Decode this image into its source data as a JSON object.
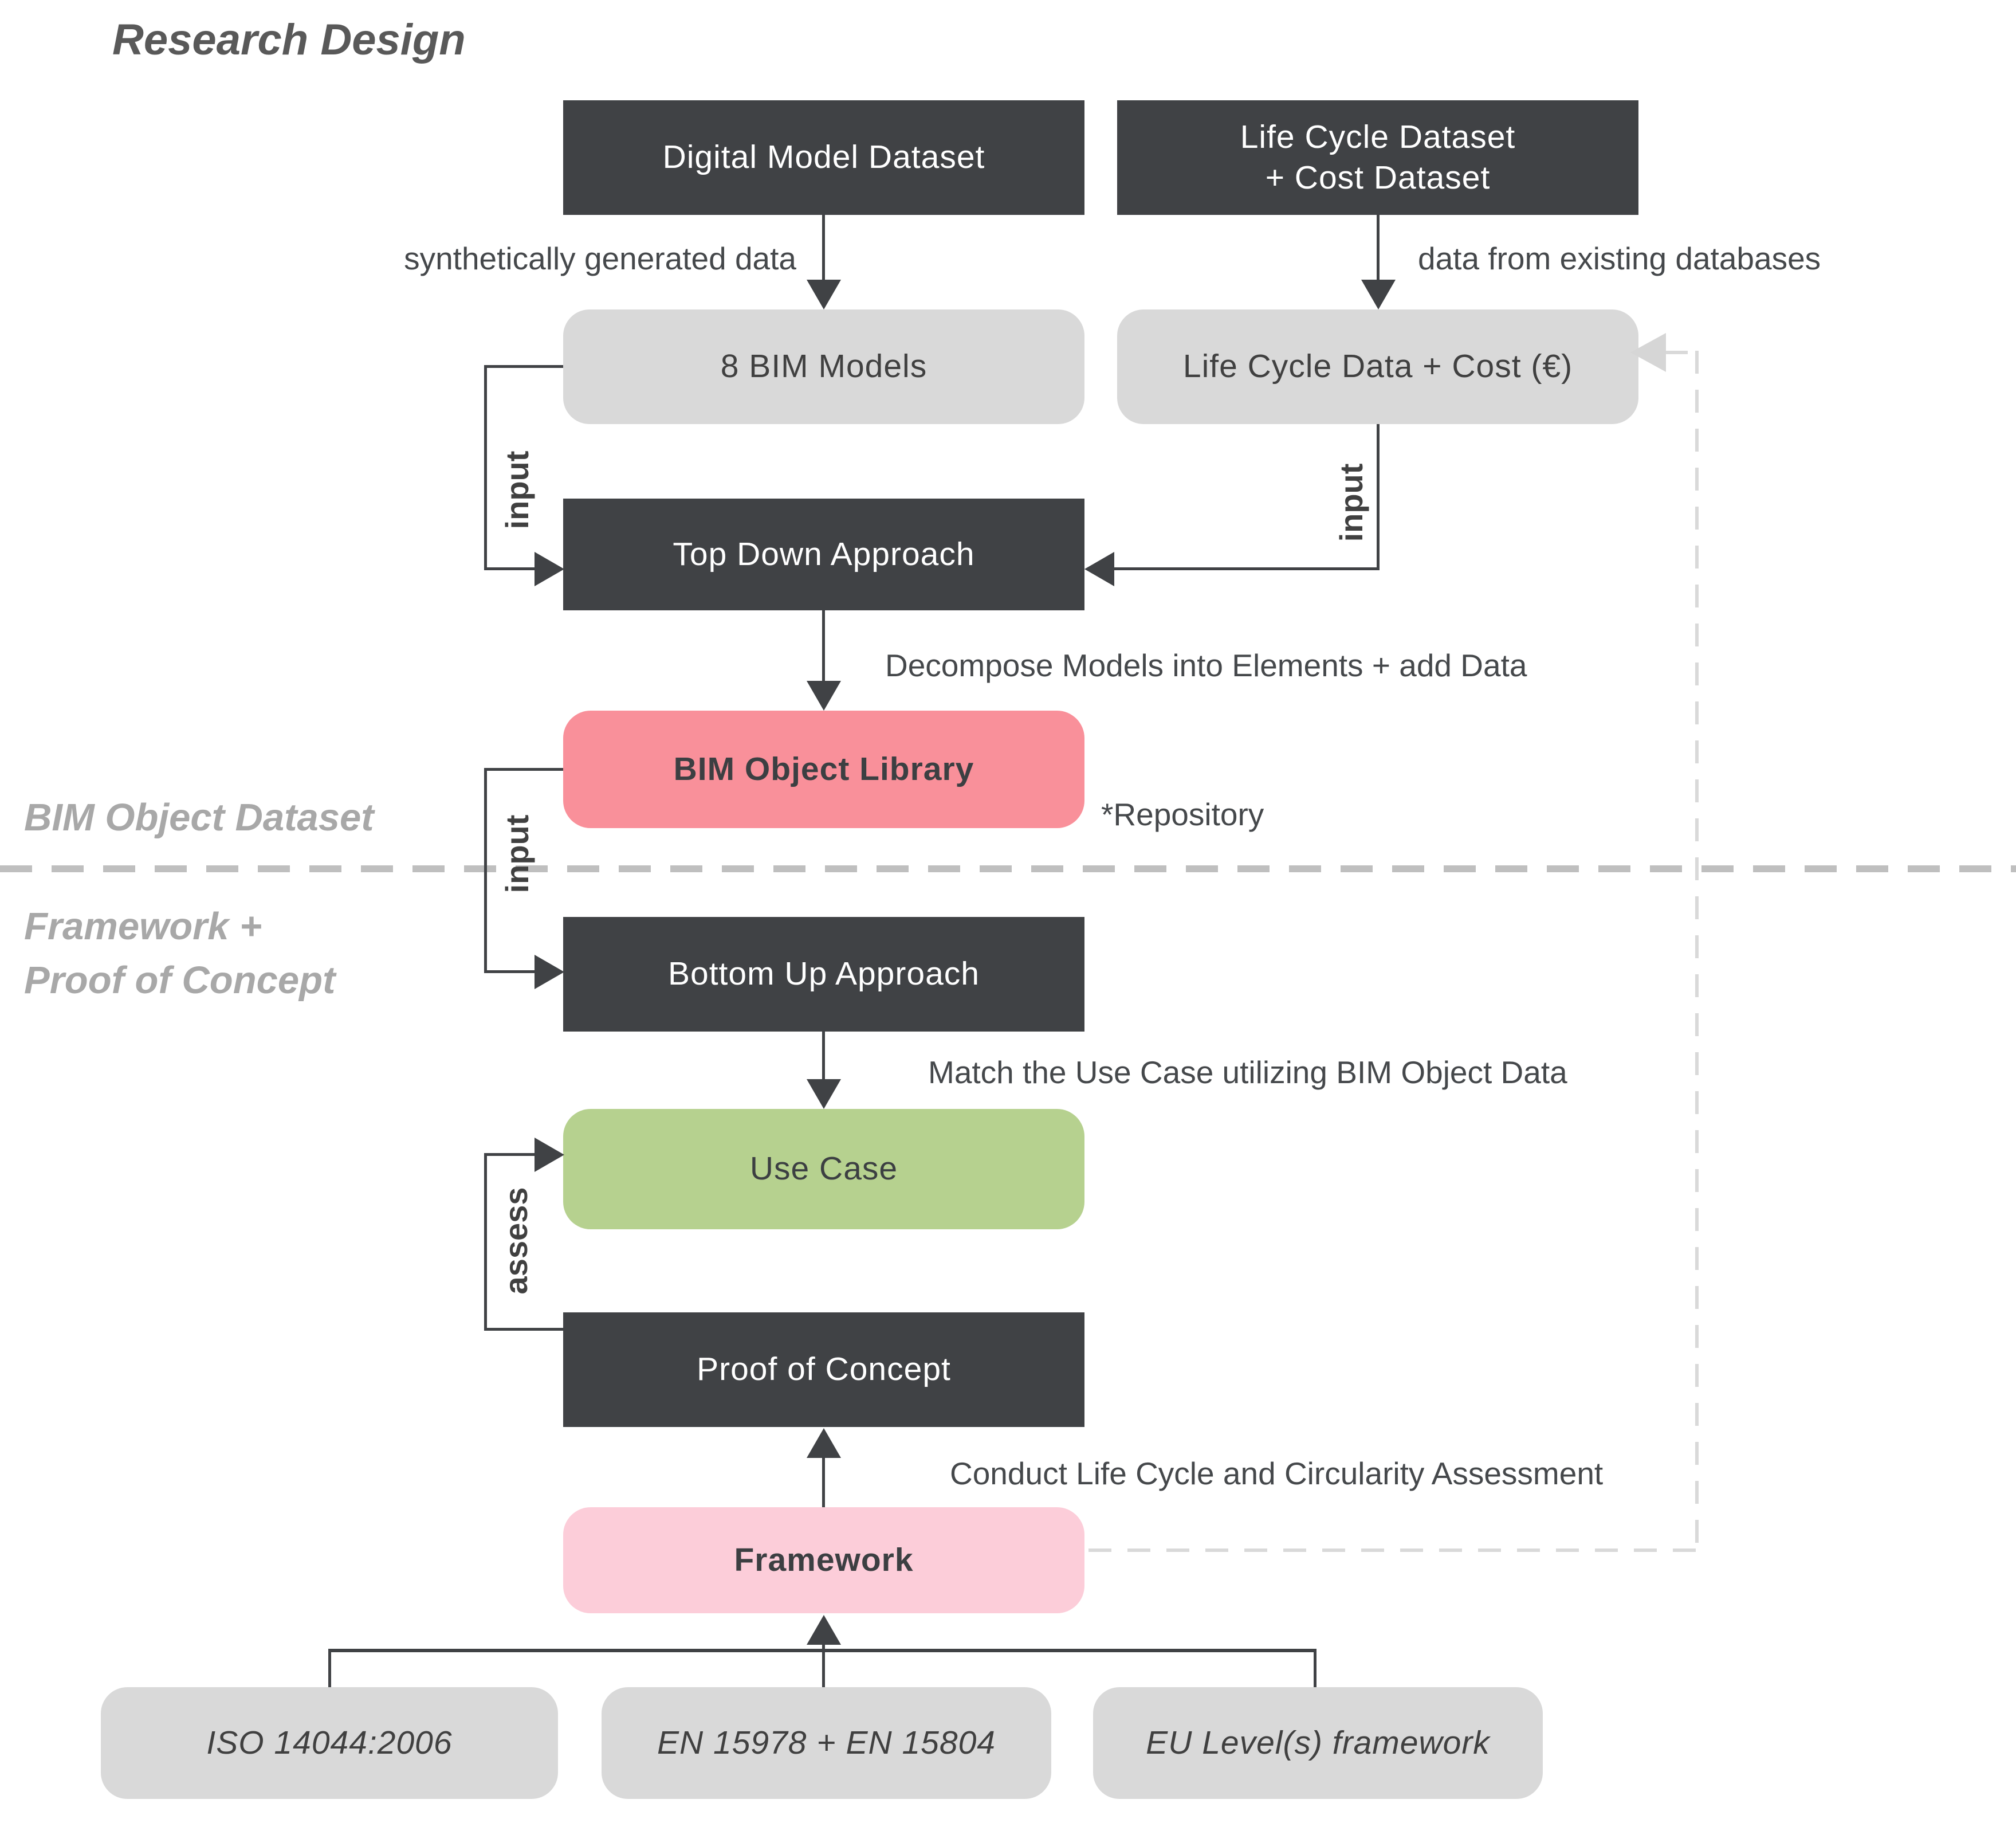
{
  "title": "Research Design",
  "section_labels": {
    "bim_object_dataset": "BIM Object Dataset",
    "framework_poc_line1": "Framework +",
    "framework_poc_line2": "Proof of Concept"
  },
  "boxes": {
    "digital_model": {
      "label": "Digital Model Dataset"
    },
    "lifecycle_dataset": {
      "line1": "Life Cycle Dataset",
      "line2": "+ Cost Dataset"
    },
    "bim_models": {
      "label": "8 BIM Models"
    },
    "lifecycle_data": {
      "label": "Life Cycle Data + Cost (€)"
    },
    "top_down": {
      "label": "Top Down Approach"
    },
    "bim_object_library": {
      "label": "BIM Object Library"
    },
    "bottom_up": {
      "label": "Bottom Up Approach"
    },
    "use_case": {
      "label": "Use Case"
    },
    "proof_of_concept": {
      "label": "Proof of Concept"
    },
    "framework": {
      "label": "Framework"
    },
    "iso_standard": {
      "label": "ISO 14044:2006"
    },
    "en_standard": {
      "label": "EN 15978 + EN 15804"
    },
    "eu_framework": {
      "label": "EU Level(s) framework"
    }
  },
  "annotations": {
    "synthetic": "synthetically generated data",
    "existing": "data from existing databases",
    "decompose": "Decompose Models into Elements + add Data",
    "repository": "*Repository",
    "match": "Match the Use Case utilizing BIM Object Data",
    "conduct": "Conduct Life Cycle and Circularity Assessment",
    "input": "input",
    "assess": "assess"
  },
  "colors": {
    "dark_box": "#404245",
    "gray_box": "#d9d9d9",
    "salmon_box": "#f9909a",
    "pink_box": "#fccdd9",
    "green_box": "#b6d18f",
    "section_label": "#a8a8a8",
    "separator_dash": "#bfbfbf",
    "feedback_dash": "#d9d9d9",
    "line": "#404245"
  }
}
